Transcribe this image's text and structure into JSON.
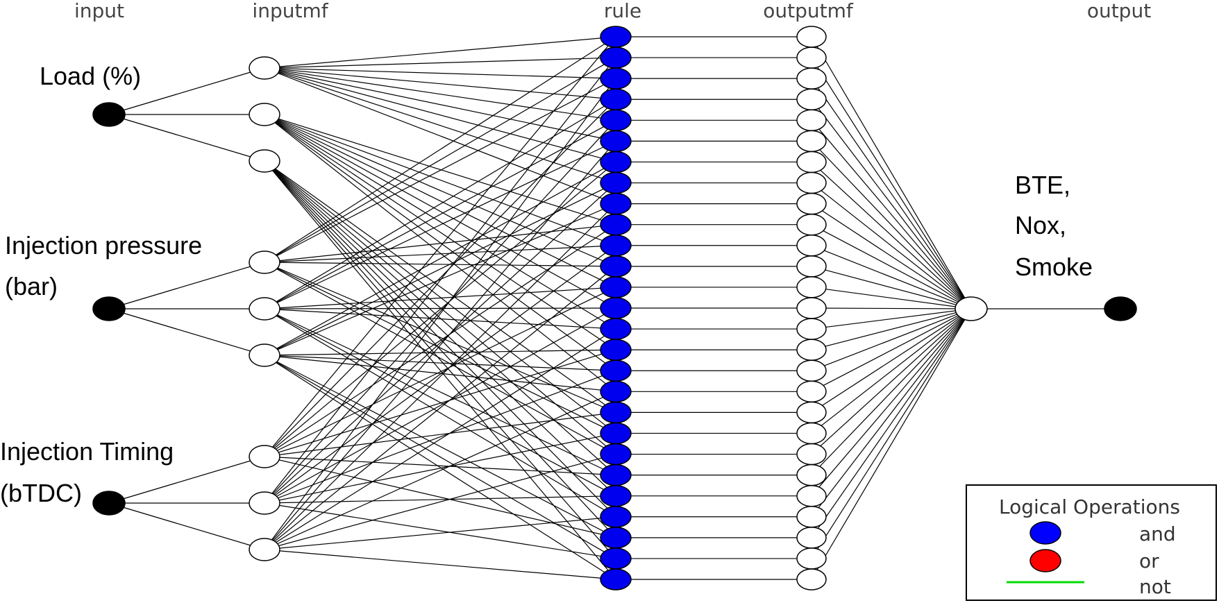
{
  "column_titles": {
    "input": "input",
    "inputmf": "inputmf",
    "rule": "rule",
    "outputmf": "outputmf",
    "output": "output"
  },
  "inputs": [
    {
      "label_lines": [
        "Load (%)"
      ]
    },
    {
      "label_lines": [
        "Injection pressure",
        "(bar)"
      ]
    },
    {
      "label_lines": [
        "Injection Timing",
        "(bTDC)"
      ]
    }
  ],
  "inputmf_per_input": 3,
  "rule_count": 27,
  "outputmf_count": 27,
  "output": {
    "label_lines": [
      "BTE,",
      "Nox,",
      "Smoke"
    ]
  },
  "legend": {
    "title": "Logical Operations",
    "items": [
      {
        "label": "and",
        "symbol": "ellipse",
        "color": "#0000ff"
      },
      {
        "label": "or",
        "symbol": "ellipse",
        "color": "#ff0000"
      },
      {
        "label": "not",
        "symbol": "line",
        "color": "#00dd00"
      }
    ]
  },
  "colors": {
    "rule_fill": "#0000ee",
    "input_fill": "#000000",
    "mf_fill": "#ffffff",
    "edge": "#000000"
  }
}
